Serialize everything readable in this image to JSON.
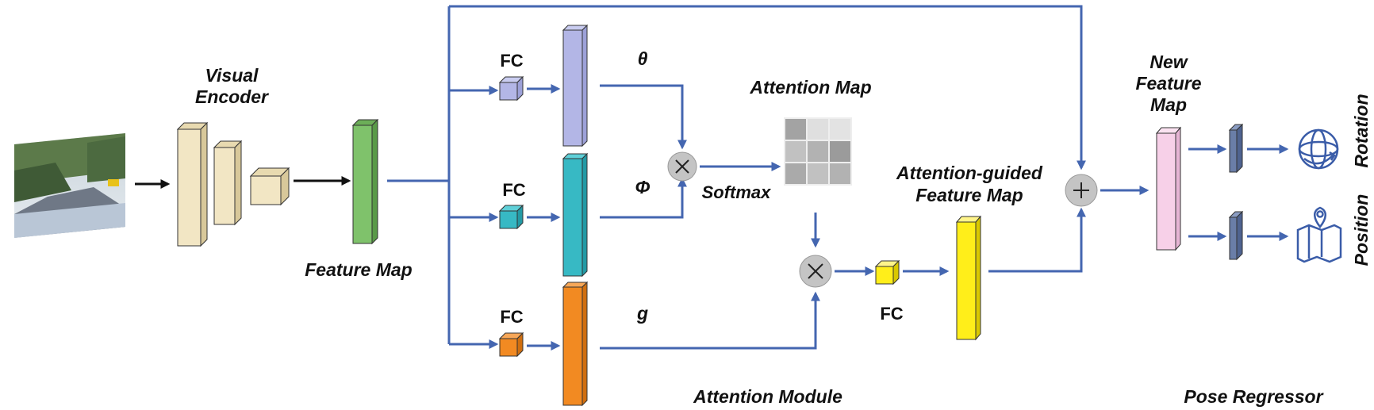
{
  "labels": {
    "visual_encoder_line1": "Visual",
    "visual_encoder_line2": "Encoder",
    "feature_map": "Feature Map",
    "fc_top": "FC",
    "fc_mid": "FC",
    "fc_bot": "FC",
    "fc_right": "FC",
    "theta": "θ",
    "phi": "Φ",
    "g": "g",
    "attention_map": "Attention Map",
    "softmax": "Softmax",
    "attention_guided_line1": "Attention-guided",
    "attention_guided_line2": "Feature Map",
    "new_feature_line1": "New",
    "new_feature_line2": "Feature",
    "new_feature_line3": "Map",
    "rotation": "Rotation",
    "position": "Position",
    "attention_module": "Attention Module",
    "pose_regressor": "Pose Regressor"
  },
  "colors": {
    "arrow": "#4466b0",
    "encoder_block": "#f2e6c4",
    "feature_map": "#7fc26b",
    "theta_branch": "#b3b6e6",
    "phi_branch": "#37b9c4",
    "g_branch": "#f28a22",
    "attention_guided": "#ffee1a",
    "new_feature_map": "#f7d0e8",
    "regressor": "#6a7ea8",
    "operator": "#c4c4c4"
  },
  "icons": {
    "rotation": "rotation-icon",
    "position": "map-pin-icon"
  },
  "attention_grid": [
    [
      0.55,
      0.15,
      0.12
    ],
    [
      0.35,
      0.45,
      0.6
    ],
    [
      0.5,
      0.35,
      0.45
    ]
  ]
}
